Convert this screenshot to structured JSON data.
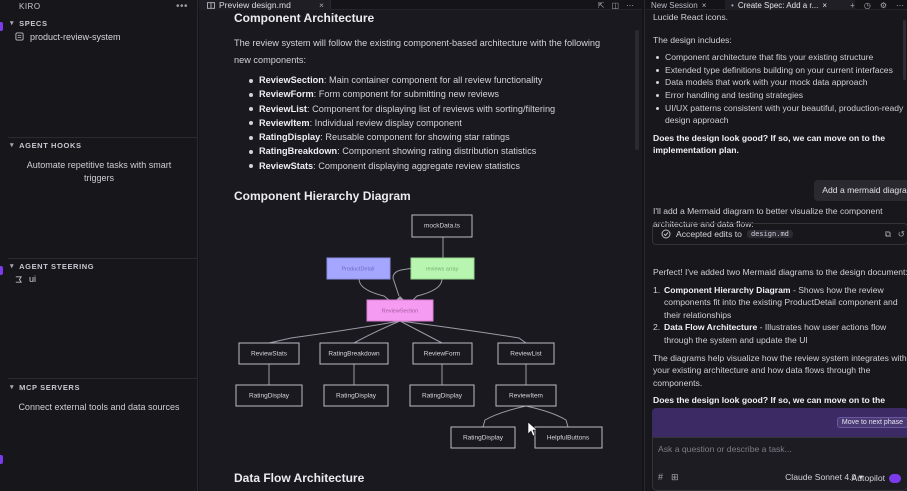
{
  "colors": {
    "accent": "#7c3aed",
    "bg": "#141317",
    "node_blue": "#a5a6ff",
    "node_green": "#b7f5b0",
    "node_pink": "#f69bf2"
  },
  "sidebar": {
    "title": "KIRO",
    "more_icon": "ellipsis-icon",
    "sections": {
      "specs": {
        "title": "SPECS",
        "items": [
          {
            "label": "product-review-system",
            "icon": "spec-doc-icon"
          }
        ]
      },
      "hooks": {
        "title": "AGENT HOOKS",
        "message": "Automate repetitive tasks with smart triggers"
      },
      "steering": {
        "title": "AGENT STEERING",
        "items": [
          {
            "label": "ui",
            "icon": "steering-icon"
          }
        ]
      },
      "mcp": {
        "title": "MCP SERVERS",
        "message": "Connect external tools and data sources"
      }
    }
  },
  "editor": {
    "tab": {
      "label": "Preview design.md",
      "icon": "preview-icon"
    },
    "toolbar_icons": [
      "open-source-icon",
      "split-editor-icon",
      "more-icon"
    ],
    "doc": {
      "heading1": "Component Architecture",
      "intro": "The review system will follow the existing component-based architecture with the following new components:",
      "components": [
        {
          "name": "ReviewSection",
          "desc": ": Main container component for all review functionality"
        },
        {
          "name": "ReviewForm",
          "desc": ": Form component for submitting new reviews"
        },
        {
          "name": "ReviewList",
          "desc": ": Component for displaying list of reviews with sorting/filtering"
        },
        {
          "name": "ReviewItem",
          "desc": ": Individual review display component"
        },
        {
          "name": "RatingDisplay",
          "desc": ": Reusable component for showing star ratings"
        },
        {
          "name": "RatingBreakdown",
          "desc": ": Component showing rating distribution statistics"
        },
        {
          "name": "ReviewStats",
          "desc": ": Component displaying aggregate review statistics"
        }
      ],
      "heading2": "Component Hierarchy Diagram",
      "diagram_nodes": {
        "mock": "mockData.ts",
        "left_top": "ProductDetail",
        "right_top": "reviews array",
        "center": "ReviewSection",
        "stats": "ReviewStats",
        "breakdown": "RatingBreakdown",
        "form": "ReviewForm",
        "list": "ReviewList",
        "rd1": "RatingDisplay",
        "rd2": "RatingDisplay",
        "rd3": "RatingDisplay",
        "item": "ReviewItem",
        "rd4": "RatingDisplay",
        "helpful": "HelpfulButtons"
      },
      "heading3": "Data Flow Architecture"
    }
  },
  "chat": {
    "tabs": [
      {
        "label": "New Session",
        "icon": "close-icon"
      },
      {
        "label": "Create Spec: Add a r...",
        "icon": "close-icon"
      }
    ],
    "tab_actions": [
      "add-icon",
      "history-icon",
      "settings-icon",
      "more-icon"
    ],
    "intro_line": "Lucide React icons.",
    "design_includes": "The design includes:",
    "includes_list": [
      "Component architecture that fits your existing structure",
      "Extended type definitions building on your current interfaces",
      "Data models that work with your mock data approach",
      "Error handling and testing strategies",
      "UI/UX patterns consistent with your beautiful, production-ready design approach"
    ],
    "question1": "Does the design look good? If so, we can move on to the implementation plan.",
    "user_message": "Add a mermaid diagram",
    "reply_intro": "I'll add a Mermaid diagram to better visualize the component architecture and data flow:",
    "accepted_label": "Accepted edits to",
    "accepted_file": "design.md",
    "perfect": "Perfect! I've added two Mermaid diagrams to the design document:",
    "numbered": [
      {
        "num": "1.",
        "title": "Component Hierarchy Diagram",
        "desc": " - Shows how the review components fit into the existing ProductDetail component and their relationships"
      },
      {
        "num": "2.",
        "title": "Data Flow Architecture",
        "desc": " - Illustrates how user actions flow through the system and update the UI"
      }
    ],
    "diagrams_help": "The diagrams help visualize how the review system integrates with your existing architecture and how data flows through the components.",
    "question2": "Does the design look good? If so, we can move on to the implementation plan.",
    "move_button": "Move to next phase",
    "input_placeholder": "Ask a question or describe a task...",
    "input_tools": [
      "mention-icon",
      "image-icon"
    ],
    "model": "Claude Sonnet 4.0",
    "autopilot": "Autopilot"
  }
}
